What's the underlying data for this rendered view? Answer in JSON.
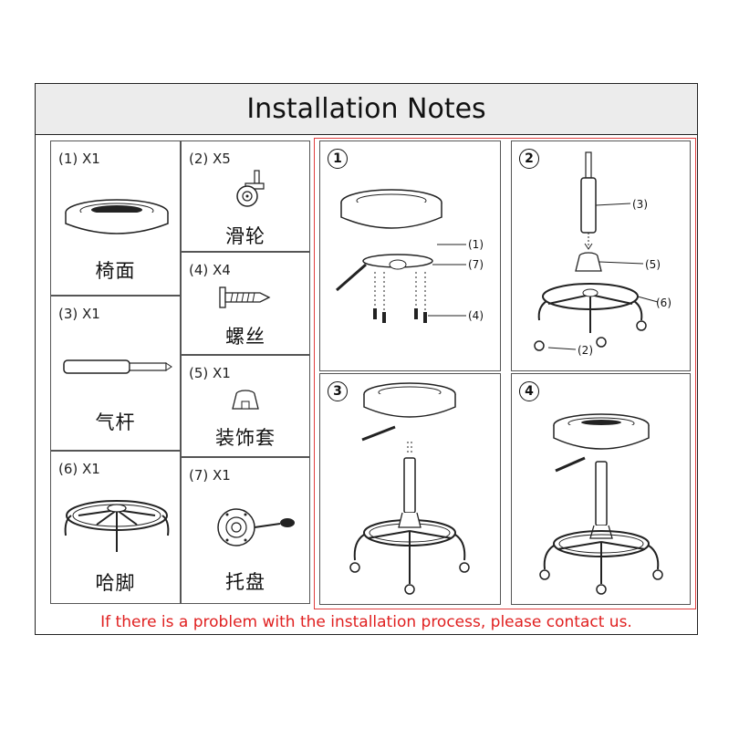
{
  "title": "Installation Notes",
  "notice": "If there is a problem with the installation process, please contact us.",
  "parts": [
    {
      "id": "1",
      "qty": "(1) X1",
      "name_cn": "椅面",
      "icon": "seat-cushion-icon"
    },
    {
      "id": "2",
      "qty": "(2) X5",
      "name_cn": "滑轮",
      "icon": "caster-wheel-icon"
    },
    {
      "id": "3",
      "qty": "(3) X1",
      "name_cn": "气杆",
      "icon": "gas-lift-icon"
    },
    {
      "id": "4",
      "qty": "(4) X4",
      "name_cn": "螺丝",
      "icon": "screw-icon"
    },
    {
      "id": "5",
      "qty": "(5) X1",
      "name_cn": "装饰套",
      "icon": "decorative-sleeve-icon"
    },
    {
      "id": "6",
      "qty": "(6) X1",
      "name_cn": "哈脚",
      "icon": "base-footring-icon"
    },
    {
      "id": "7",
      "qty": "(7) X1",
      "name_cn": "托盘",
      "icon": "seat-plate-icon"
    }
  ],
  "steps": [
    {
      "number": "1",
      "callouts": [
        "(1)",
        "(7)",
        "(4)"
      ]
    },
    {
      "number": "2",
      "callouts": [
        "(3)",
        "(5)",
        "(6)",
        "(2)"
      ]
    },
    {
      "number": "3",
      "callouts": []
    },
    {
      "number": "4",
      "callouts": []
    }
  ],
  "colors": {
    "notice": "#e02020",
    "title_bg": "#ececec",
    "step_frame": "#e03c3c"
  }
}
